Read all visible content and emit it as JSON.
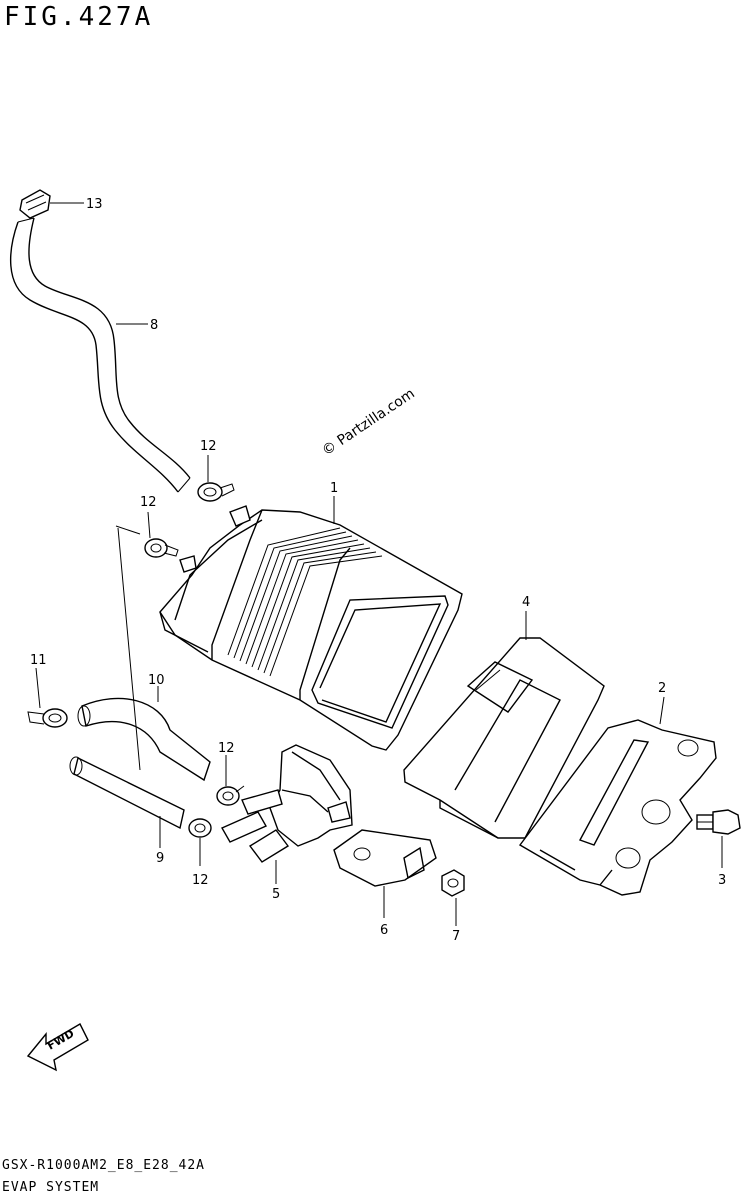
{
  "header": {
    "figure_title": "FIG.427A"
  },
  "watermark": {
    "text": "© Partzilla.com"
  },
  "callouts": {
    "c1": "1",
    "c2": "2",
    "c3": "3",
    "c4": "4",
    "c5": "5",
    "c6": "6",
    "c7": "7",
    "c8": "8",
    "c9": "9",
    "c10": "10",
    "c11": "11",
    "c12a": "12",
    "c12b": "12",
    "c12c": "12",
    "c12d": "12",
    "c13": "13"
  },
  "fwd": {
    "label": "FWD"
  },
  "footer": {
    "code": "GSX-R1000AM2_E8_E28_42A",
    "section_title": "EVAP SYSTEM"
  }
}
